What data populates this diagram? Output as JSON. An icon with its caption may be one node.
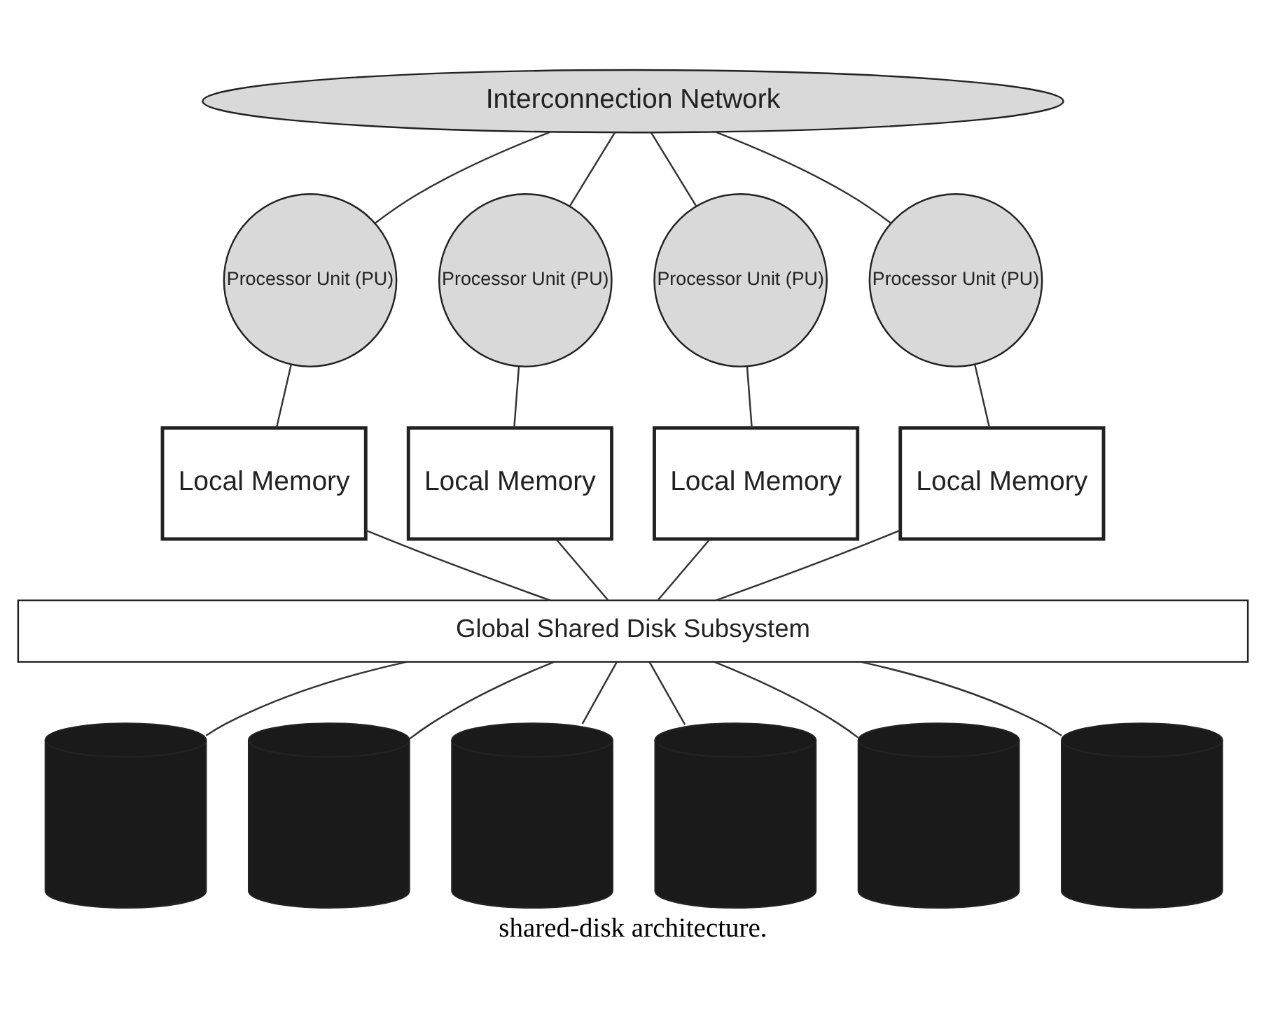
{
  "diagram": {
    "caption": "shared-disk architecture.",
    "nodes": [
      {
        "text": [
          "Interconnection Network"
        ]
      },
      {
        "text": [
          "Processor Unit (PU)"
        ]
      },
      {
        "text": [
          "Processor Unit (PU)"
        ]
      },
      {
        "text": [
          "Processor Unit (PU)"
        ]
      },
      {
        "text": [
          "Processor Unit (PU)"
        ]
      },
      {
        "text": [
          "Local Memory"
        ]
      },
      {
        "text": [
          "Local Memory"
        ]
      },
      {
        "text": [
          "Local Memory"
        ]
      },
      {
        "text": [
          "Local Memory"
        ]
      },
      {
        "text": [
          "Global Shared Disk Subsystem"
        ]
      },
      {
        "text": [],
        "shape": "cylinder"
      },
      {
        "text": [],
        "shape": "cylinder"
      },
      {
        "text": [],
        "shape": "cylinder"
      },
      {
        "text": [],
        "shape": "cylinder"
      },
      {
        "text": [],
        "shape": "cylinder"
      },
      {
        "text": [],
        "shape": "cylinder"
      }
    ],
    "edges": [
      {
        "from": 0,
        "to": 1,
        "arrow": "none"
      },
      {
        "from": 0,
        "to": 2,
        "arrow": "none"
      },
      {
        "from": 0,
        "to": 3,
        "arrow": "none"
      },
      {
        "from": 0,
        "to": 4,
        "arrow": "none"
      },
      {
        "from": 1,
        "to": 5,
        "arrow": "none"
      },
      {
        "from": 2,
        "to": 6,
        "arrow": "none"
      },
      {
        "from": 3,
        "to": 7,
        "arrow": "none"
      },
      {
        "from": 4,
        "to": 8,
        "arrow": "none"
      },
      {
        "from": 5,
        "to": 9,
        "arrow": "none"
      },
      {
        "from": 6,
        "to": 9,
        "arrow": "none"
      },
      {
        "from": 7,
        "to": 9,
        "arrow": "none"
      },
      {
        "from": 8,
        "to": 9,
        "arrow": "none"
      },
      {
        "from": 9,
        "to": 10,
        "arrow": "none"
      },
      {
        "from": 9,
        "to": 11,
        "arrow": "none"
      },
      {
        "from": 9,
        "to": 12,
        "arrow": "none"
      },
      {
        "from": 9,
        "to": 13,
        "arrow": "none"
      },
      {
        "from": 9,
        "to": 14,
        "arrow": "none"
      },
      {
        "from": 9,
        "to": 15,
        "arrow": "none"
      }
    ]
  }
}
